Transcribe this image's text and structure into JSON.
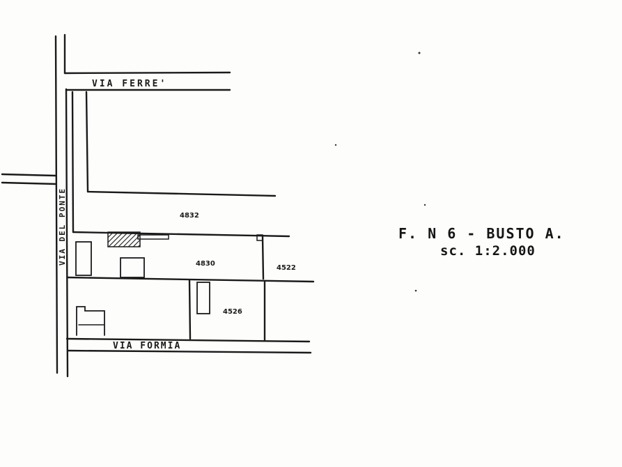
{
  "map": {
    "streets": {
      "via_ferre": "VIA FERRE'",
      "via_del_ponte": "VIA DEL PONTE",
      "via_formia": "VIA FORMIA"
    },
    "parcels": {
      "p1": "4832",
      "p2": "4830",
      "p3": "4522",
      "p4": "4526"
    },
    "caption": {
      "sheet": "F. N 6 - BUSTO A.",
      "scale": "sc. 1:2.000"
    },
    "colors": {
      "ink": "#1a1a1a",
      "paper": "#fdfdfb"
    }
  }
}
